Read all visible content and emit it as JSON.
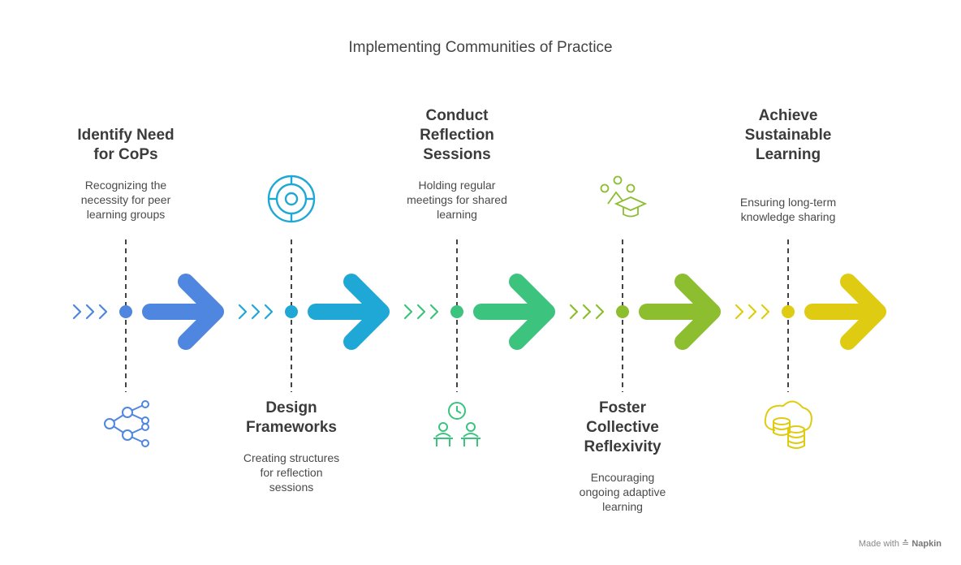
{
  "title": "Implementing Communities of Practice",
  "steps": [
    {
      "heading_lines": [
        "Identify Need",
        "for CoPs"
      ],
      "desc_lines": [
        "Recognizing the",
        "necessity for peer",
        "learning groups"
      ],
      "color": "#4f86e0",
      "icon": "network-icon",
      "text_position": "top"
    },
    {
      "heading_lines": [
        "Design",
        "Frameworks"
      ],
      "desc_lines": [
        "Creating structures",
        "for reflection",
        "sessions"
      ],
      "color": "#1fa8d6",
      "icon": "target-icon",
      "text_position": "bottom"
    },
    {
      "heading_lines": [
        "Conduct",
        "Reflection",
        "Sessions"
      ],
      "desc_lines": [
        "Holding regular",
        "meetings for shared",
        "learning"
      ],
      "color": "#3cc47f",
      "icon": "meeting-clock-icon",
      "text_position": "top"
    },
    {
      "heading_lines": [
        "Foster",
        "Collective",
        "Reflexivity"
      ],
      "desc_lines": [
        "Encouraging",
        "ongoing adaptive",
        "learning"
      ],
      "color": "#8cbe2f",
      "icon": "graduation-network-icon",
      "text_position": "bottom"
    },
    {
      "heading_lines": [
        "Achieve",
        "Sustainable",
        "Learning"
      ],
      "desc_lines": [
        "Ensuring long-term",
        "knowledge sharing"
      ],
      "color": "#dfcc12",
      "icon": "cloud-database-icon",
      "text_position": "top"
    }
  ],
  "footer": {
    "prefix": "Made with",
    "brand": "Napkin"
  }
}
